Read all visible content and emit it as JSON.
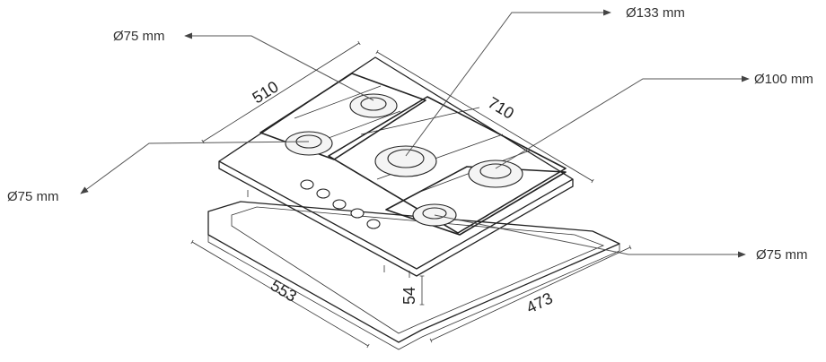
{
  "callouts": {
    "top_left": "Ø75 mm",
    "top_center": "Ø133 mm",
    "right": "Ø100 mm",
    "left": "Ø75 mm",
    "bottom_right": "Ø75 mm"
  },
  "dimensions": {
    "depth": "510",
    "width": "710",
    "cutout_width": "553",
    "cutout_depth": "473",
    "height": "54"
  }
}
